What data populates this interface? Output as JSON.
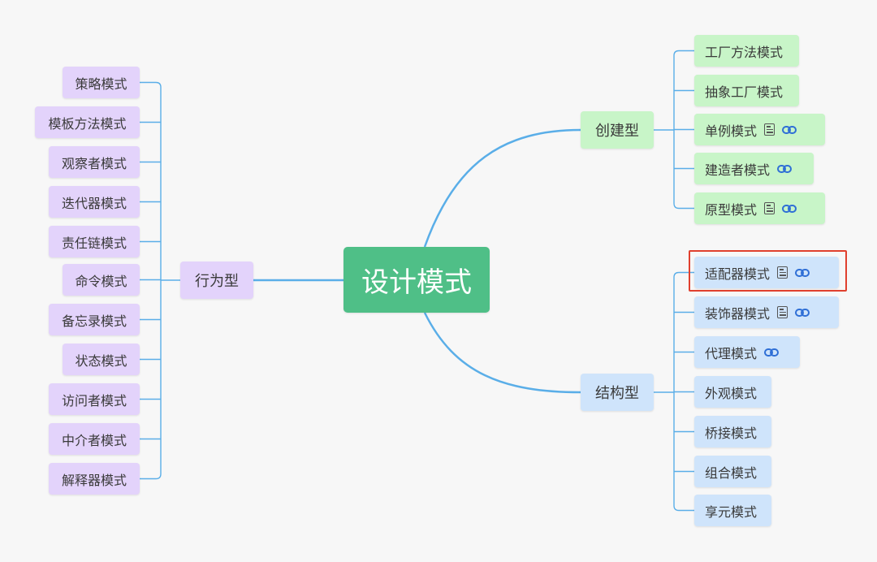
{
  "root": {
    "label": "设计模式"
  },
  "branches": {
    "behavioral": {
      "label": "行为型",
      "items": [
        {
          "label": "策略模式"
        },
        {
          "label": "模板方法模式"
        },
        {
          "label": "观察者模式"
        },
        {
          "label": "迭代器模式"
        },
        {
          "label": "责任链模式"
        },
        {
          "label": "命令模式"
        },
        {
          "label": "备忘录模式"
        },
        {
          "label": "状态模式"
        },
        {
          "label": "访问者模式"
        },
        {
          "label": "中介者模式"
        },
        {
          "label": "解释器模式"
        }
      ]
    },
    "creational": {
      "label": "创建型",
      "items": [
        {
          "label": "工厂方法模式",
          "note": false,
          "link": false
        },
        {
          "label": "抽象工厂模式",
          "note": false,
          "link": false
        },
        {
          "label": "单例模式",
          "note": true,
          "link": true
        },
        {
          "label": "建造者模式",
          "note": false,
          "link": true
        },
        {
          "label": "原型模式",
          "note": true,
          "link": true
        }
      ]
    },
    "structural": {
      "label": "结构型",
      "items": [
        {
          "label": "适配器模式",
          "note": true,
          "link": true,
          "selected": true
        },
        {
          "label": "装饰器模式",
          "note": true,
          "link": true
        },
        {
          "label": "代理模式",
          "note": false,
          "link": true
        },
        {
          "label": "外观模式",
          "note": false,
          "link": false
        },
        {
          "label": "桥接模式",
          "note": false,
          "link": false
        },
        {
          "label": "组合模式",
          "note": false,
          "link": false
        },
        {
          "label": "享元模式",
          "note": false,
          "link": false
        }
      ]
    }
  },
  "colors": {
    "root": "#4fbf87",
    "behavioral": "#e3d3fb",
    "creational": "#c8f5c8",
    "structural": "#cfe4fb",
    "connector": "#5aaee8",
    "selection": "#e0402e"
  },
  "icons": {
    "note": "note-icon",
    "link": "hyperlink-icon"
  }
}
